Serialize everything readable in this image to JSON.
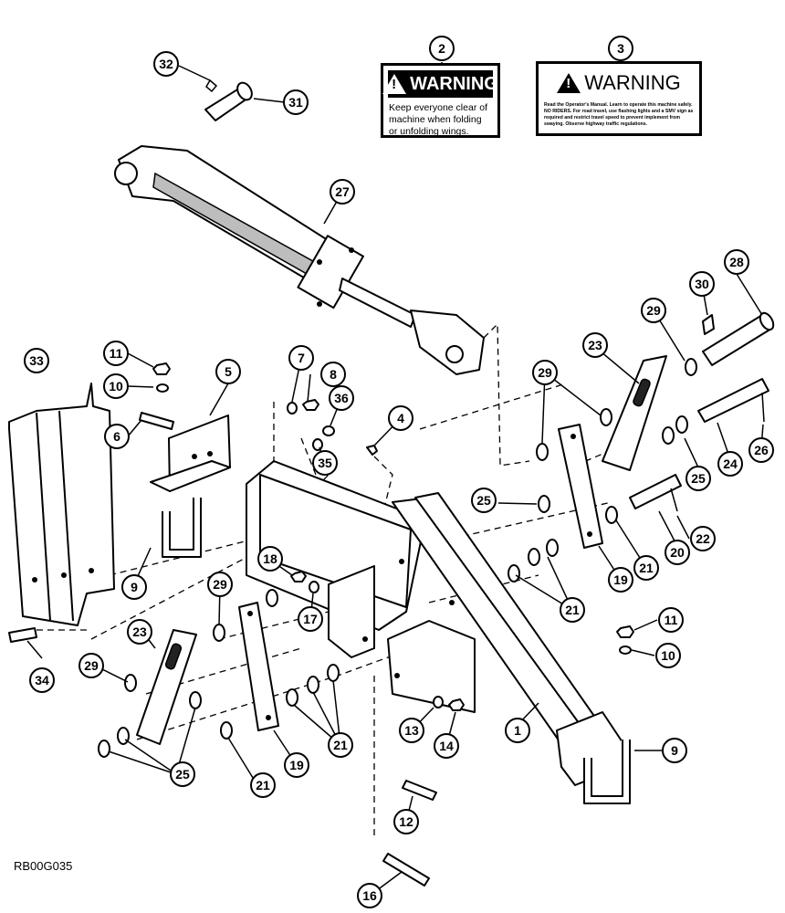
{
  "figure_id": "RB00G035",
  "warnings": {
    "w2": {
      "heading": "WARNING",
      "text": "Keep everyone clear of machine when folding or unfolding wings."
    },
    "w3": {
      "heading": "WARNING",
      "text": "Read the Operator's Manual. Learn to operate this machine safely. NO RIDERS. For road travel, use flashing lights and a SMV sign as required and restrict travel speed to prevent implement from swaying. Observe highway traffic regulations."
    }
  },
  "callouts": [
    {
      "id": "c32",
      "label": "32"
    },
    {
      "id": "c31",
      "label": "31"
    },
    {
      "id": "c2",
      "label": "2"
    },
    {
      "id": "c3",
      "label": "3"
    },
    {
      "id": "c27",
      "label": "27"
    },
    {
      "id": "c28",
      "label": "28"
    },
    {
      "id": "c30",
      "label": "30"
    },
    {
      "id": "c29a",
      "label": "29"
    },
    {
      "id": "c23a",
      "label": "23"
    },
    {
      "id": "c33",
      "label": "33"
    },
    {
      "id": "c11a",
      "label": "11"
    },
    {
      "id": "c10a",
      "label": "10"
    },
    {
      "id": "c5",
      "label": "5"
    },
    {
      "id": "c7",
      "label": "7"
    },
    {
      "id": "c8",
      "label": "8"
    },
    {
      "id": "c36",
      "label": "36"
    },
    {
      "id": "c4",
      "label": "4"
    },
    {
      "id": "c6",
      "label": "6"
    },
    {
      "id": "c35",
      "label": "35"
    },
    {
      "id": "c29b",
      "label": "29"
    },
    {
      "id": "c25a",
      "label": "25"
    },
    {
      "id": "c24",
      "label": "24"
    },
    {
      "id": "c26",
      "label": "26"
    },
    {
      "id": "c25b",
      "label": "25"
    },
    {
      "id": "c22",
      "label": "22"
    },
    {
      "id": "c20",
      "label": "20"
    },
    {
      "id": "c21a",
      "label": "21"
    },
    {
      "id": "c19a",
      "label": "19"
    },
    {
      "id": "c9a",
      "label": "9"
    },
    {
      "id": "c18",
      "label": "18"
    },
    {
      "id": "c29c",
      "label": "29"
    },
    {
      "id": "c17",
      "label": "17"
    },
    {
      "id": "c21b",
      "label": "21"
    },
    {
      "id": "c23b",
      "label": "23"
    },
    {
      "id": "c11b",
      "label": "11"
    },
    {
      "id": "c10b",
      "label": "10"
    },
    {
      "id": "c34",
      "label": "34"
    },
    {
      "id": "c29d",
      "label": "29"
    },
    {
      "id": "c1",
      "label": "1"
    },
    {
      "id": "c21c",
      "label": "21"
    },
    {
      "id": "c13",
      "label": "13"
    },
    {
      "id": "c14",
      "label": "14"
    },
    {
      "id": "c9b",
      "label": "9"
    },
    {
      "id": "c25c",
      "label": "25"
    },
    {
      "id": "c21d",
      "label": "21"
    },
    {
      "id": "c19b",
      "label": "19"
    },
    {
      "id": "c12",
      "label": "12"
    },
    {
      "id": "c16",
      "label": "16"
    }
  ]
}
